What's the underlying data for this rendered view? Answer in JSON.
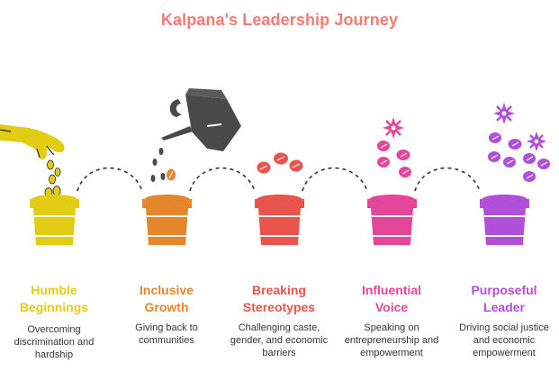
{
  "title": "Kalpana's Leadership Journey",
  "colors": {
    "title": "#f07c72",
    "stage1": "#e2cc16",
    "stage2": "#e4862d",
    "stage3": "#e9544d",
    "stage4": "#e4469a",
    "stage5": "#b04fd7",
    "can": "#4a4a4a"
  },
  "stages": [
    {
      "title_line1": "Humble",
      "title_line2": "Beginnings",
      "description": "Overcoming discrimination and hardship",
      "icon": "hand-planting-seeds"
    },
    {
      "title_line1": "Inclusive",
      "title_line2": "Growth",
      "description": "Giving back to communities",
      "icon": "watering-can"
    },
    {
      "title_line1": "Breaking",
      "title_line2": "Stereotypes",
      "description": "Challenging caste, gender, and economic barriers",
      "icon": "sprouting-leaves"
    },
    {
      "title_line1": "Influential",
      "title_line2": "Voice",
      "description": "Speaking on entrepreneurship and empowerment",
      "icon": "flowering-plant"
    },
    {
      "title_line1": "Purposeful",
      "title_line2": "Leader",
      "description": "Driving social justice and economic empowerment",
      "icon": "full-bloom-plant"
    }
  ]
}
